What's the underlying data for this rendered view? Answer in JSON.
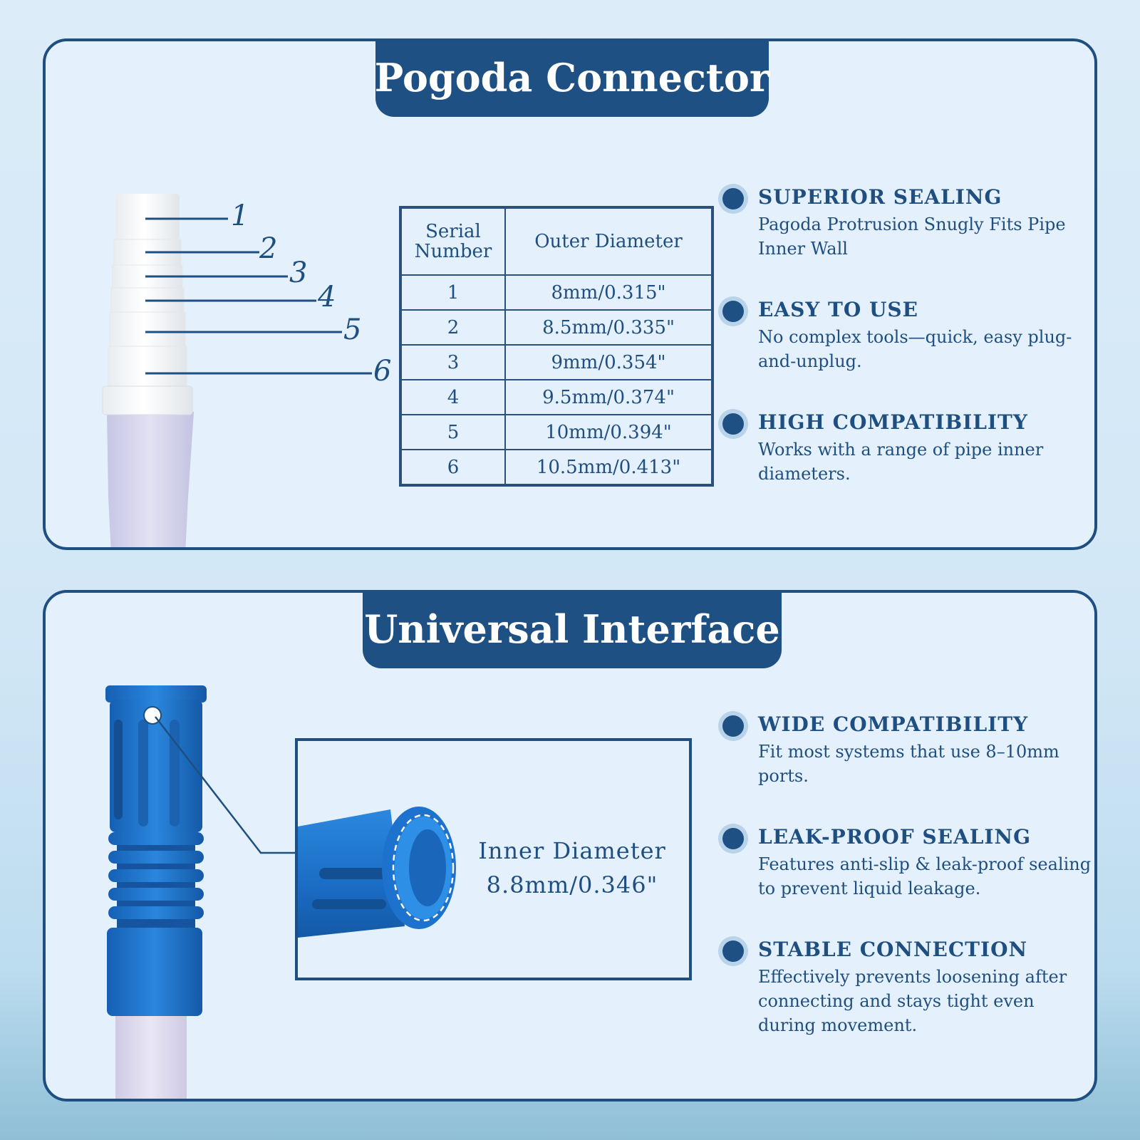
{
  "section1": {
    "title": "Pogoda Connector",
    "tags": [
      "1",
      "2",
      "3",
      "4",
      "5",
      "6"
    ],
    "table": {
      "headers": [
        "Serial\nNumber",
        "Outer Diameter"
      ],
      "rows": [
        [
          "1",
          "8mm/0.315\""
        ],
        [
          "2",
          "8.5mm/0.335\""
        ],
        [
          "3",
          "9mm/0.354\""
        ],
        [
          "4",
          "9.5mm/0.374\""
        ],
        [
          "5",
          "10mm/0.394\""
        ],
        [
          "6",
          "10.5mm/0.413\""
        ]
      ]
    },
    "features": [
      {
        "title": "SUPERIOR  SEALING",
        "desc": "Pagoda Protrusion Snugly Fits Pipe Inner Wall"
      },
      {
        "title": "EASY  TO  USE",
        "desc": "No complex tools—quick, easy plug-and-unplug."
      },
      {
        "title": "HIGH  COMPATIBILITY",
        "desc": "Works with a range of pipe inner diameters."
      }
    ]
  },
  "section2": {
    "title": "Universal Interface",
    "inner_label": "Inner Diameter",
    "inner_value": "8.8mm/0.346\"",
    "features": [
      {
        "title": "WIDE  COMPATIBILITY",
        "desc": "Fit most systems that use 8–10mm ports."
      },
      {
        "title": "LEAK-PROOF  SEALING",
        "desc": "Features anti-slip & leak-proof sealing to prevent liquid leakage."
      },
      {
        "title": "STABLE  CONNECTION",
        "desc": "Effectively prevents loosening after connecting and stays tight even during movement."
      }
    ]
  },
  "colors": {
    "navy": "#1f5083",
    "panel": "#e4f1fc",
    "connector_white": "#f7f9fb",
    "tube": "#d8d8ee",
    "interface_blue": "#1a6fc4"
  }
}
